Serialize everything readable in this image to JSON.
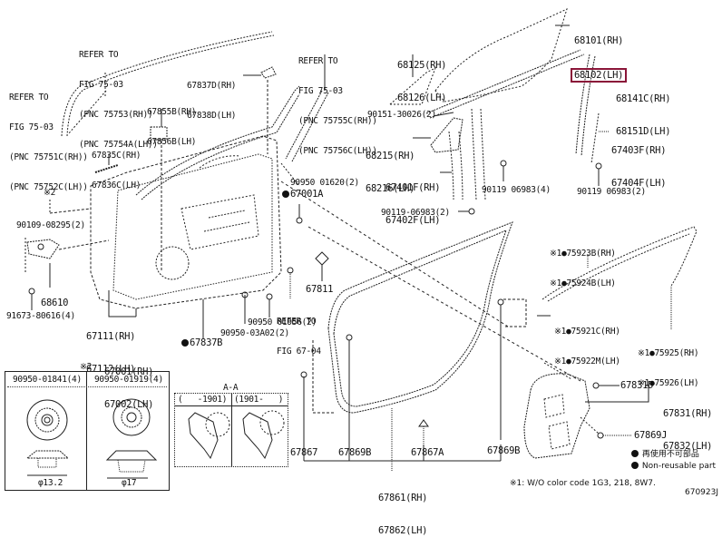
{
  "diagram": {
    "figure_id": "670923J",
    "highlighted_part": "68102(LH)",
    "refer_notes": [
      {
        "id": "ref-75751",
        "lines": [
          "REFER TO",
          "FIG 75-03",
          "(PNC 75751C(RH))",
          "(PNC 75752C(LH))"
        ]
      },
      {
        "id": "ref-75753",
        "lines": [
          "REFER TO",
          "FIG 75-03",
          "(PNC 75753(RH))",
          "(PNC 75754A(LH))"
        ]
      },
      {
        "id": "ref-75755",
        "lines": [
          "REFER TO",
          "FIG 75-03",
          "(PNC 75755C(RH))",
          "(PNC 75756C(LH))"
        ]
      },
      {
        "id": "ref-6704",
        "lines": [
          "REFER TO",
          "FIG 67-04"
        ]
      }
    ],
    "parts": {
      "p67837": [
        "67837D(RH)",
        "67838D(LH)"
      ],
      "p67855": [
        "67855B(RH)",
        "67856B(LH)"
      ],
      "p67835": [
        "67835C(RH)",
        "67836C(LH)"
      ],
      "p68125": [
        "68125(RH)",
        "68126(LH)"
      ],
      "p68101": [
        "68101(RH)",
        "68102(LH)"
      ],
      "p68141": [
        "68141C(RH)",
        "68151D(LH)"
      ],
      "p90151": "90151-30026(2)",
      "p68215": [
        "68215(RH)",
        "68216(LH)"
      ],
      "p67403": [
        "67403F(RH)",
        "67404F(LH)"
      ],
      "p67401": [
        "67401F(RH)",
        "67402F(LH)"
      ],
      "p90119a": "90119 06983(4)",
      "p90119b": "90119 06983(2)",
      "p90119c": "90119-06983(2)",
      "p90950a": "90950 01620(2)",
      "p67001a": "67001A",
      "mark2a": "※2",
      "p90109": "90109-08295(2)",
      "p68610": "68610",
      "p91673": "91673-80616(4)",
      "p67111": [
        "67111(RH)",
        "67112(LH)"
      ],
      "p67811": "67811",
      "p90950b": "90950 01956(2)",
      "p90950c": "90950-03A02(2)",
      "p67837b": "67837B",
      "p67001": [
        "67001(RH)",
        "67002(LH)"
      ],
      "mark2b": "※2",
      "p75923": [
        "※1●75923B(RH)",
        "※1●75924B(LH)"
      ],
      "p75921": [
        "※1●75921C(RH)",
        "※1●75922M(LH)"
      ],
      "p75925": [
        "※1●75925(RH)",
        "※1●75926(LH)"
      ],
      "p67831d": "67831D",
      "p67831": [
        "67831(RH)",
        "67832(LH)"
      ],
      "p67869j": "67869J",
      "p67867": "67867",
      "p67869b1": "67869B",
      "p67867a": "67867A",
      "p67869b2": "67869B",
      "p67861": [
        "67861(RH)",
        "67862(LH)"
      ]
    },
    "clip_table": {
      "mark": "※2",
      "columns": [
        {
          "part": "90950-01841(4)",
          "dim": "φ13.2"
        },
        {
          "part": "90950-01919(4)",
          "dim": "φ17"
        }
      ]
    },
    "section_aa": {
      "title": "A-A",
      "columns": [
        "(   -1901)",
        "(1901-   )"
      ]
    },
    "legend": {
      "items": [
        {
          "symbol": "●",
          "text": "再使用不可部品"
        },
        {
          "symbol": "●",
          "text": "Non-reusable part"
        }
      ],
      "footnote": "※1: W/O color code 1G3, 218, 8W7."
    }
  }
}
